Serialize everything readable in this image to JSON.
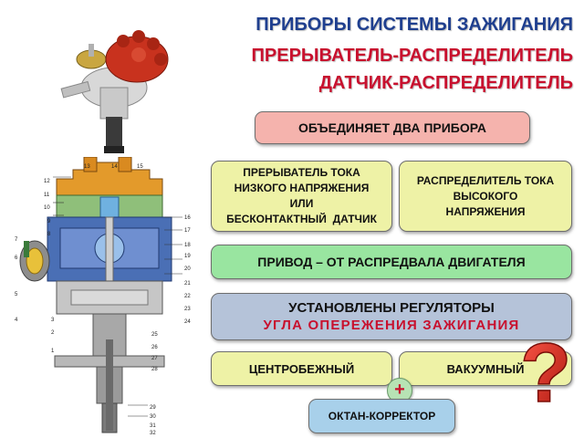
{
  "title": {
    "line1": "ПРИБОРЫ СИСТЕМЫ ЗАЖИГАНИЯ",
    "line2": "ПРЕРЫВАТЕЛЬ-РАСПРЕДЕЛИТЕЛЬ",
    "line3": "ДАТЧИК-РАСПРЕДЕЛИТЕЛЬ"
  },
  "boxes": {
    "combines": "ОБЪЕДИНЯЕТ ДВА ПРИБОРА",
    "low_voltage": [
      "ПРЕРЫВАТЕЛЬ ТОКА",
      "НИЗКОГО НАПРЯЖЕНИЯ",
      "ИЛИ",
      "БЕСКОНТАКТНЫЙ  ДАТЧИК"
    ],
    "high_voltage": [
      "РАСПРЕДЕЛИТЕЛЬ ТОКА",
      "ВЫСОКОГО",
      "НАПРЯЖЕНИЯ"
    ],
    "drive": "ПРИВОД – ОТ РАСПРЕДВАЛА ДВИГАТЕЛЯ",
    "regulators_line1": "УСТАНОВЛЕНЫ РЕГУЛЯТОРЫ",
    "regulators_line2": "УГЛА ОПЕРЕЖЕНИЯ ЗАЖИГАНИЯ",
    "centrifugal": "ЦЕНТРОБЕЖНЫЙ",
    "vacuum": "ВАКУУМНЫЙ",
    "octane": "ОКТАН-КОРРЕКТОР",
    "plus": "+"
  },
  "callouts": {
    "left": [
      "12",
      "11",
      "10",
      "9",
      "8",
      "7",
      "6",
      "5",
      "4",
      "3",
      "2",
      "1"
    ],
    "right": [
      "16",
      "17",
      "18",
      "19",
      "20",
      "21",
      "22",
      "23",
      "24",
      "25",
      "26",
      "27",
      "28"
    ],
    "bottom": [
      "29",
      "30",
      "31",
      "32"
    ],
    "top": [
      "13",
      "14",
      "15"
    ]
  },
  "question_mark": "?",
  "colors": {
    "title_blue": "#1f3f8f",
    "title_red": "#c8102e",
    "box_pink": "#f5b3ad",
    "box_yellow": "#eef2a6",
    "box_green": "#99e5a0",
    "box_steel": "#b5c3d9",
    "box_blue": "#a8d0ea"
  }
}
